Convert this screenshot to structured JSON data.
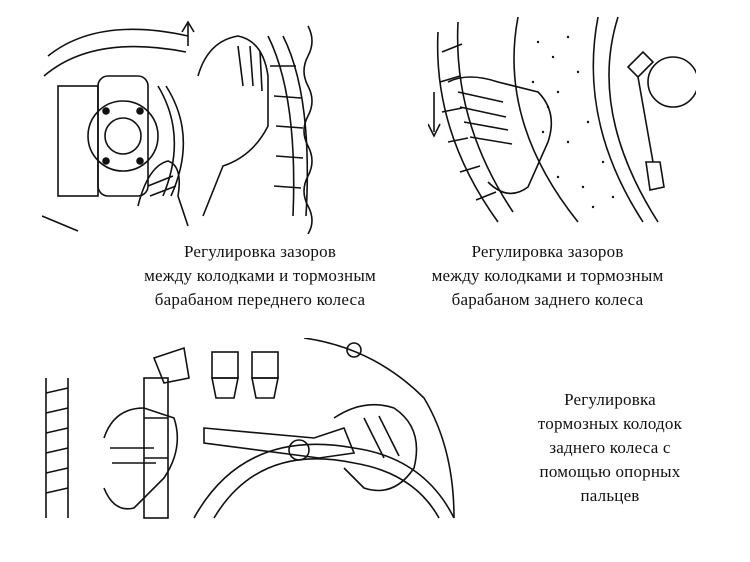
{
  "figures": [
    {
      "id": "front-wheel",
      "caption_lines": [
        "Регулировка зазоров",
        "между колодками и тормозным",
        "барабаном переднего колеса"
      ]
    },
    {
      "id": "rear-wheel",
      "caption_lines": [
        "Регулировка зазоров",
        "между колодками и тормозным",
        "барабаном заднего колеса"
      ]
    },
    {
      "id": "rear-wheel-pins",
      "caption_lines": [
        "Регулировка",
        "тормозных колодок",
        "заднего колеса с",
        "помощью опорных",
        "пальцев"
      ]
    }
  ],
  "colors": {
    "ink": "#111111",
    "paper": "#ffffff"
  }
}
